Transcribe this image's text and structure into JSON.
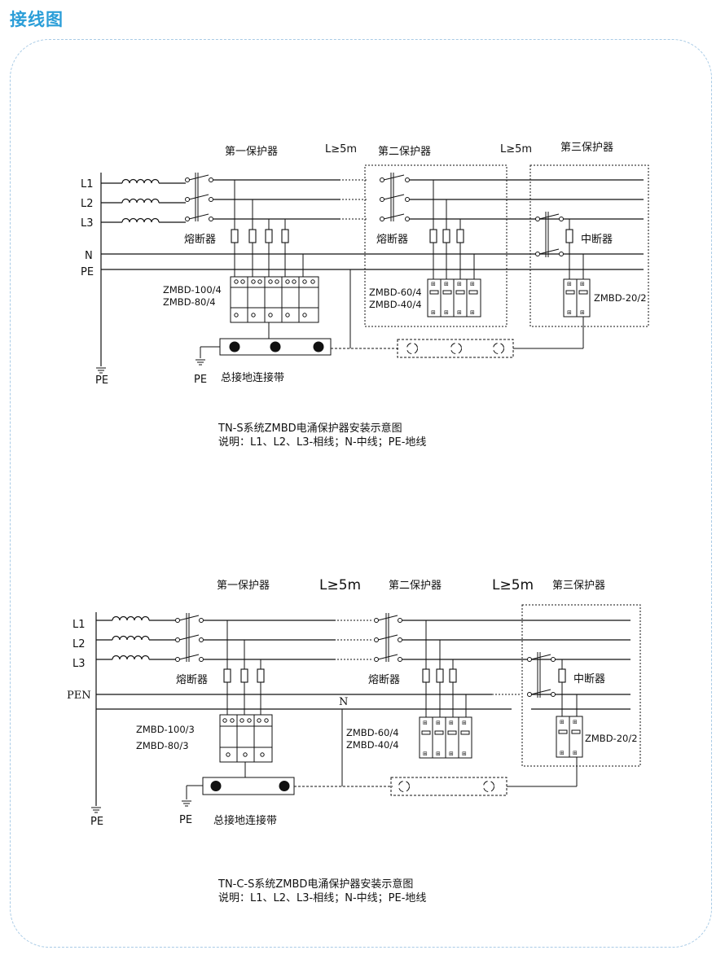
{
  "page": {
    "title": "接线图"
  },
  "tn_s": {
    "stage1": "第一保护器",
    "stage2": "第二保护器",
    "stage3": "第三保护器",
    "distance1": "L≥5m",
    "distance2": "L≥5m",
    "lines": [
      "L1",
      "L2",
      "L3",
      "N",
      "PE"
    ],
    "fuse": "熔断器",
    "fuse2": "熔断器",
    "breaker": "中断器",
    "model1a": "ZMBD-100/4",
    "model1b": "ZMBD-80/4",
    "model2a": "ZMBD-60/4",
    "model2b": "ZMBD-40/4",
    "model3": "ZMBD-20/2",
    "ground_left": "PE",
    "ground_bus": "PE",
    "bus_label": "总接地连接带",
    "caption1": "TN-S系统ZMBD电涌保护器安装示意图",
    "caption2": "说明：L1、L2、L3-相线；N-中线；PE-地线"
  },
  "tn_c_s": {
    "stage1": "第一保护器",
    "stage2": "第二保护器",
    "stage3": "第三保护器",
    "distance1": "L≥5m",
    "distance2": "L≥5m",
    "lines": [
      "L1",
      "L2",
      "L3",
      "PEN"
    ],
    "n_label": "N",
    "fuse": "熔断器",
    "fuse2": "熔断器",
    "breaker": "中断器",
    "model1a": "ZMBD-100/3",
    "model1b": "ZMBD-80/3",
    "model2a": "ZMBD-60/4",
    "model2b": "ZMBD-40/4",
    "model3": "ZMBD-20/2",
    "ground_left": "PE",
    "ground_bus": "PE",
    "bus_label": "总接地连接带",
    "caption1": "TN-C-S系统ZMBD电涌保护器安装示意图",
    "caption2": "说明：L1、L2、L3-相线；N-中线；PE-地线"
  }
}
